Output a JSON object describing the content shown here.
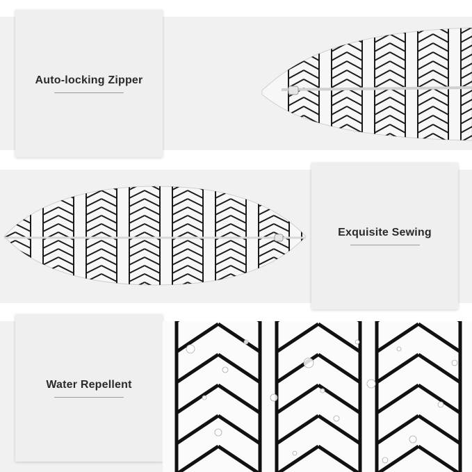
{
  "panels": [
    {
      "label": "Auto-locking Zipper"
    },
    {
      "label": "Exquisite Sewing"
    },
    {
      "label": "Water Repellent"
    }
  ]
}
